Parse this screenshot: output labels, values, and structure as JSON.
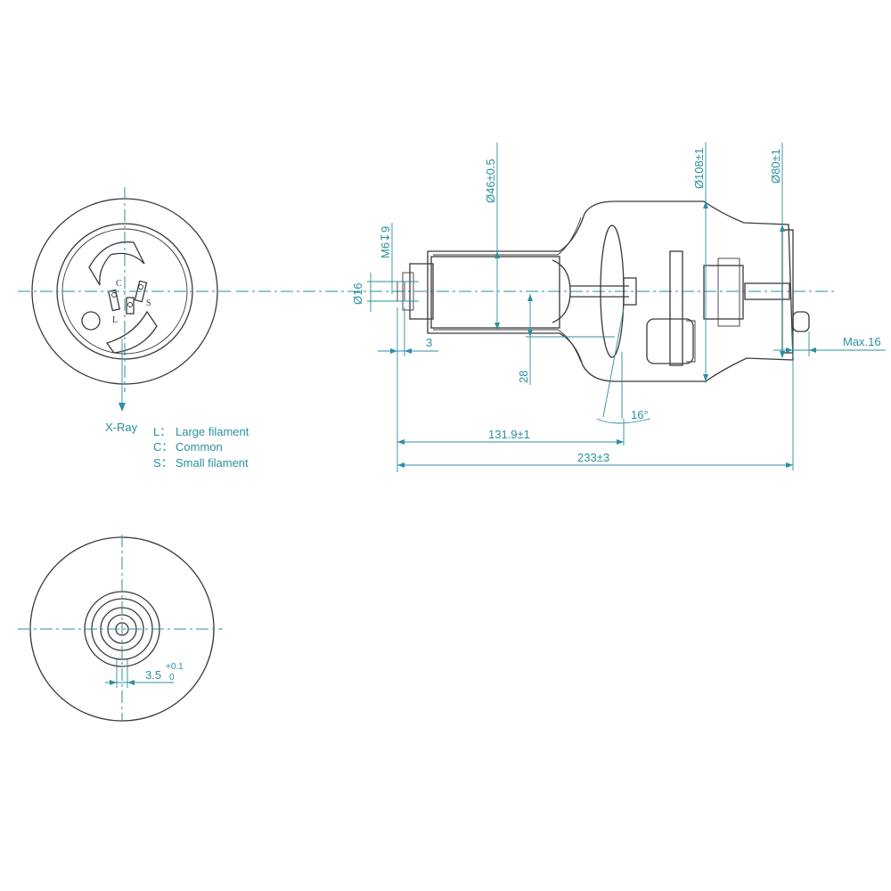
{
  "dimensions": {
    "dia_46": "Ø46±0.5",
    "dia_108": "Ø108±1",
    "dia_80": "Ø80±1",
    "thread": "M6↧9",
    "dia_16": "Ø16",
    "len_3": "3",
    "len_28": "28",
    "angle": "16°",
    "len_131": "131.9±1",
    "len_233": "233±3",
    "max_16": "Max.16",
    "len_35": "3.5",
    "tol_plus": "+0.1",
    "tol_zero": "0"
  },
  "front_view": {
    "xray_label": "X-Ray",
    "pin_c": "C",
    "pin_s": "S",
    "pin_l": "L"
  },
  "legend": [
    {
      "key": "L：",
      "text": "Large filament"
    },
    {
      "key": "C：",
      "text": "Common"
    },
    {
      "key": "S：",
      "text": "Small filament"
    }
  ]
}
